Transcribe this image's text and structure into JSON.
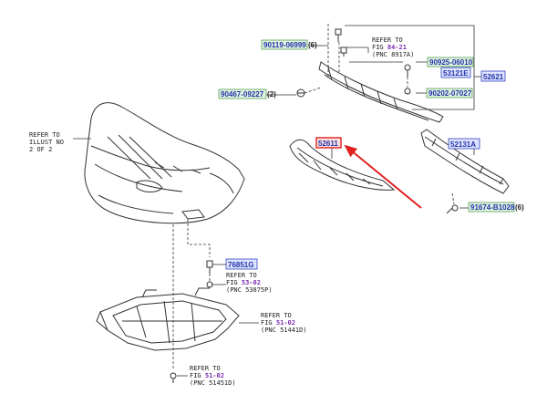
{
  "colors": {
    "label_bg_green": "#dff3df",
    "label_border_green": "#5aa05a",
    "label_text_blue": "#2233aa",
    "label_bg_blue": "#dde3ff",
    "label_border_blue": "#3344bb",
    "highlight_red": "#e02020",
    "fig_link_purple": "#7a2bb0",
    "line": "#333333"
  },
  "labels": {
    "p90119": "90119-06999",
    "p90119_qty": "(6)",
    "p90925": "90925-06010",
    "p53121E": "53121E",
    "p52621": "52621",
    "p90467": "90467-09227",
    "p90467_qty": "(2)",
    "p90202": "90202-07027",
    "p52611": "52611",
    "p52131A": "52131A",
    "p91674": "91674-B1028",
    "p91674_qty": "(6)",
    "p76851G": "76851G"
  },
  "refs": {
    "r1": {
      "line1": "REFER TO",
      "fig_prefix": "FIG ",
      "fig": "84-21",
      "pnc": "(PNC 8917A)"
    },
    "r2": {
      "line1": "REFER TO",
      "line2": "ILLUST NO",
      "line3": "2 OF 2"
    },
    "r3": {
      "line1": "REFER TO",
      "fig_prefix": "FIG ",
      "fig": "53-02",
      "pnc": "(PNC 53875P)"
    },
    "r4": {
      "line1": "REFER TO",
      "fig_prefix": "FIG ",
      "fig": "51-02",
      "pnc": "(PNC 51441D)"
    },
    "r5": {
      "line1": "REFER TO",
      "fig_prefix": "FIG ",
      "fig": "51-02",
      "pnc": "(PNC 51451D)"
    }
  }
}
